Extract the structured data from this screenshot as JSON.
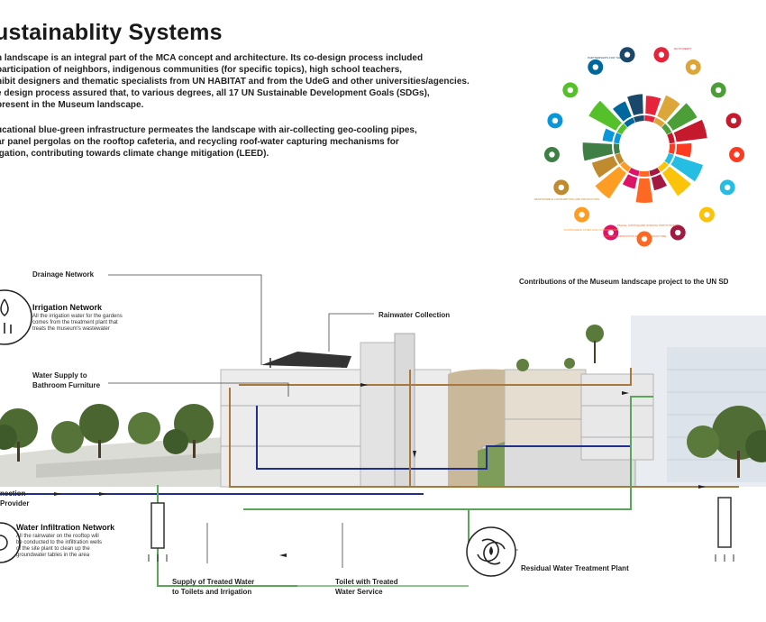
{
  "title": "ustainablity Systems",
  "paragraph1": [
    "n landscape is an integral part of the MCA concept and architecture. Its co-design process included",
    "participation of neighbors, indigenous communities (for specific topics), high school teachers,",
    "hibit designers and thematic specialists from UN HABITAT and from the UdeG and other universities/agencies.",
    "e design process assured that, to various degrees, all 17 UN Sustainable Development Goals (SDGs),",
    "present in the Museum landscape."
  ],
  "paragraph2": [
    "ucational blue-green infrastructure permeates the landscape with air-collecting geo-cooling pipes,",
    "ar panel pergolas on the rooftop cafeteria, and recycling roof-water capturing mechanisms for",
    "igation, contributing towards climate change mitigation (LEED)."
  ],
  "sdg_caption": "Contributions of the Museum landscape project to the UN SD",
  "sdg_wheel": {
    "goals": [
      {
        "n": 1,
        "color": "#e5243b",
        "level": 0.55
      },
      {
        "n": 2,
        "color": "#dda63a",
        "level": 0.7
      },
      {
        "n": 3,
        "color": "#4c9f38",
        "level": 0.85
      },
      {
        "n": 4,
        "color": "#c5192d",
        "level": 0.95
      },
      {
        "n": 5,
        "color": "#ff3a21",
        "level": 0.45
      },
      {
        "n": 6,
        "color": "#26bde2",
        "level": 0.9
      },
      {
        "n": 7,
        "color": "#fcc30b",
        "level": 0.85
      },
      {
        "n": 8,
        "color": "#a21942",
        "level": 0.4
      },
      {
        "n": 9,
        "color": "#fd6925",
        "level": 0.75
      },
      {
        "n": 10,
        "color": "#dd1367",
        "level": 0.35
      },
      {
        "n": 11,
        "color": "#fd9d24",
        "level": 0.95
      },
      {
        "n": 12,
        "color": "#bf8b2e",
        "level": 0.7
      },
      {
        "n": 13,
        "color": "#3f7e44",
        "level": 0.9
      },
      {
        "n": 14,
        "color": "#0a97d9",
        "level": 0.3
      },
      {
        "n": 15,
        "color": "#56c02b",
        "level": 0.95
      },
      {
        "n": 16,
        "color": "#00689d",
        "level": 0.5
      },
      {
        "n": 17,
        "color": "#19486a",
        "level": 0.6
      }
    ]
  },
  "sdg_icon_texts": {
    "peace": "PEACE, JUSTICE AND STRONG INSTITUTIONS",
    "poverty": "NO POVERTY",
    "partnerships": "PARTNERSHIPS FOR THE GOALS",
    "consumption": "RESPONSIBLE CONSUMPTION AND PRODUCTION",
    "cities": "SUSTAINABLE CITIES AND COMMUNITIES",
    "industry": "INDUSTRY, INNOVATION AND INFRASTRUCTURE"
  },
  "labels": {
    "drainage": "Drainage Network",
    "irrigation": "Irrigation Network",
    "irrigation_desc": [
      "All the irrigation water for the gardens",
      "comes from the treatment plant that",
      "treats the museum's wastewater"
    ],
    "rainwater": "Rainwater Collection",
    "water_supply": [
      "Water Supply to",
      "Bathroom Furniture"
    ],
    "connection": [
      "nection",
      "Provider"
    ],
    "infiltration": "Water Infiltration Network",
    "infiltration_desc": [
      "All the rainwater on the rooftop will",
      "be conducted to the infiltration wells",
      "of the site plant to clean up the",
      "groundwater tables in the area"
    ],
    "supply_treated": [
      "Supply of Treated Water",
      "to Toilets and Irrigation"
    ],
    "toilet": [
      "Toilet with Treated",
      "Water Service"
    ],
    "residual": "Residual Water Treatment Plant"
  },
  "colors": {
    "pipe_brown": "#a8783e",
    "pipe_blue": "#1f2f8a",
    "pipe_green": "#5aa55a",
    "pipe_light": "#8fc48f"
  }
}
